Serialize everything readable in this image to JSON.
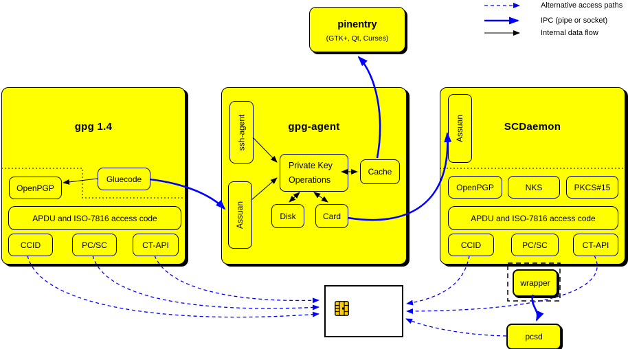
{
  "colors": {
    "module_fill": "#ffff00",
    "ipc_blue": "#0000ff",
    "flow_black": "#000000",
    "card_fill": "#ffffff",
    "chip_gold": "#ffcc00"
  },
  "legend": {
    "items": [
      {
        "label": "Alternative access paths",
        "line_style": "blue-dashed-arrow"
      },
      {
        "label": "IPC (pipe or socket)",
        "line_style": "blue-thick-arrow"
      },
      {
        "label": "Internal data flow",
        "line_style": "black-thin-arrow"
      }
    ]
  },
  "pinentry": {
    "title": "pinentry",
    "subtitle": "(GTK+, Qt, Curses)"
  },
  "gpg14": {
    "title": "gpg 1.4",
    "openpgp": "OpenPGP",
    "gluecode": "Gluecode",
    "apdu": "APDU and ISO-7816 access code",
    "ccid": "CCID",
    "pcsc": "PC/SC",
    "ctapi": "CT-API"
  },
  "gpg_agent": {
    "title": "gpg-agent",
    "ssh_agent": "ssh-agent",
    "assuan": "Assuan",
    "private_key_ops_line1": "Private Key",
    "private_key_ops_line2": "Operations",
    "cache": "Cache",
    "disk": "Disk",
    "card": "Card"
  },
  "scdaemon": {
    "title": "SCDaemon",
    "assuan": "Assuan",
    "openpgp": "OpenPGP",
    "nks": "NKS",
    "pkcs15": "PKCS#15",
    "apdu": "APDU and ISO-7816 access code",
    "ccid": "CCID",
    "pcsc": "PC/SC",
    "ctapi": "CT-API"
  },
  "peripherals": {
    "wrapper": "wrapper",
    "pcsd": "pcsd"
  }
}
